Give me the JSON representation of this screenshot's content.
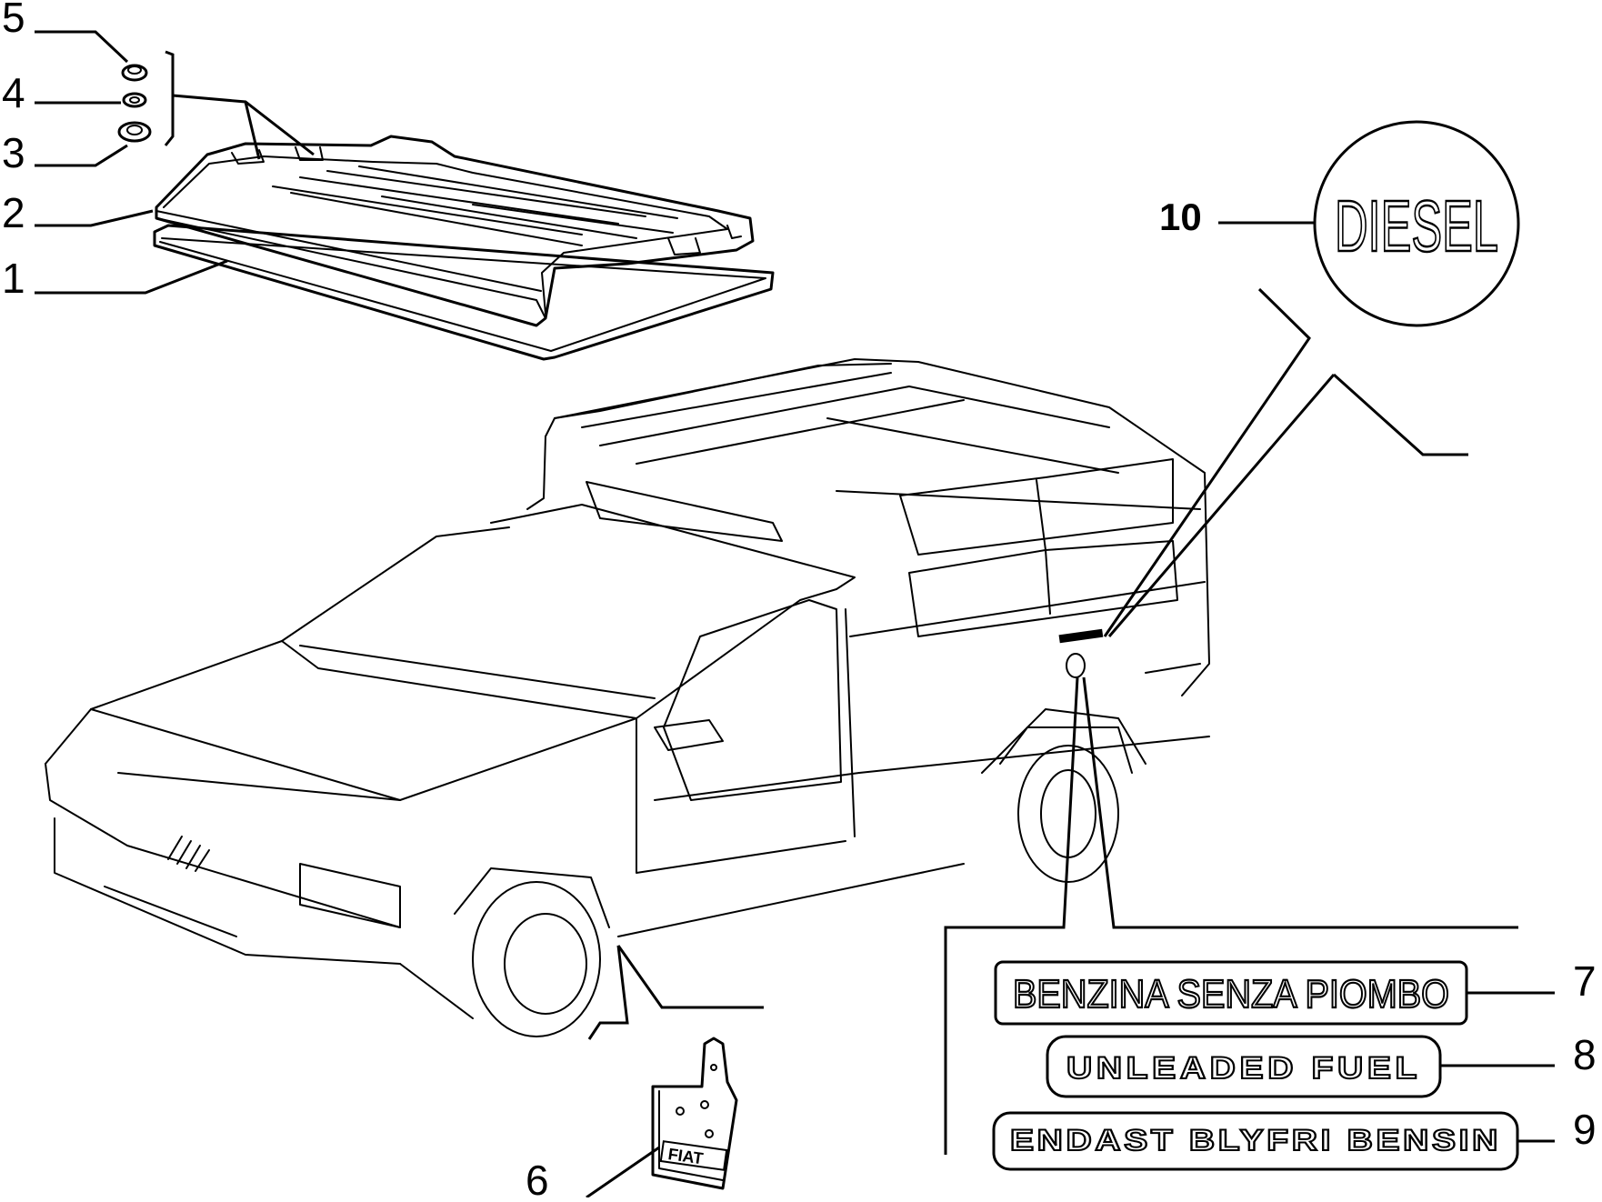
{
  "callouts": {
    "c1": "1",
    "c2": "2",
    "c3": "3",
    "c4": "4",
    "c5": "5",
    "c6": "6",
    "c7": "7",
    "c8": "8",
    "c9": "9",
    "c10": "10"
  },
  "badges": {
    "diesel": "DIESEL",
    "benzina": "BENZINA SENZA PIOMBO",
    "unleaded": "UNLEADED  FUEL",
    "endast": "ENDAST BLYFRI BENSIN"
  },
  "mudflap_logo": "FIAT"
}
